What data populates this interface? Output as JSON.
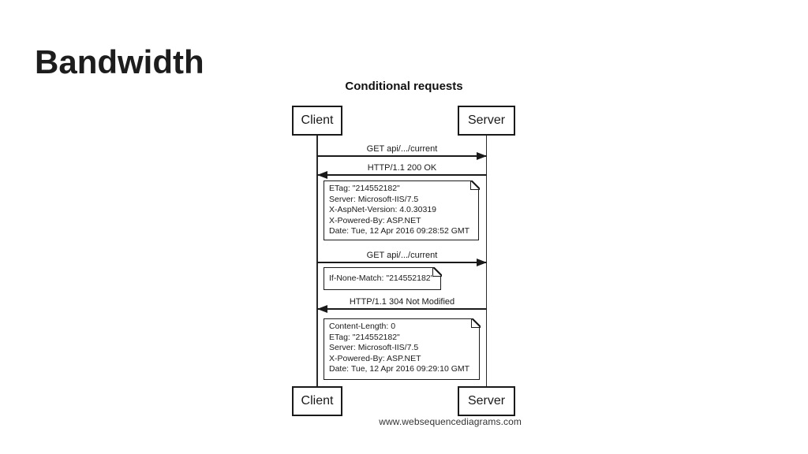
{
  "slide": {
    "title": "Bandwidth"
  },
  "diagram": {
    "title": "Conditional requests",
    "actors": {
      "client": "Client",
      "server": "Server"
    },
    "messages": [
      {
        "label": "GET api/.../current",
        "from": "Client",
        "to": "Server",
        "direction": "right"
      },
      {
        "label": "HTTP/1.1 200 OK",
        "from": "Server",
        "to": "Client",
        "direction": "left"
      },
      {
        "label": "GET api/.../current",
        "from": "Client",
        "to": "Server",
        "direction": "right"
      },
      {
        "label": "HTTP/1.1 304 Not Modified",
        "from": "Server",
        "to": "Client",
        "direction": "left"
      }
    ],
    "notes": [
      {
        "lines": [
          "ETag: \"214552182\"",
          "Server: Microsoft-IIS/7.5",
          "X-AspNet-Version: 4.0.30319",
          "X-Powered-By: ASP.NET",
          "Date: Tue, 12 Apr 2016 09:28:52 GMT"
        ]
      },
      {
        "lines": [
          "If-None-Match: \"214552182\""
        ]
      },
      {
        "lines": [
          "Content-Length: 0",
          "ETag: \"214552182\"",
          "Server: Microsoft-IIS/7.5",
          "X-Powered-By: ASP.NET",
          "Date: Tue, 12 Apr 2016 09:29:10 GMT"
        ]
      }
    ],
    "watermark": "www.websequencediagrams.com",
    "colors": {
      "line": "#1a1a1a",
      "text": "#1a1a1a",
      "title": "#1d1d1d",
      "background": "#ffffff",
      "watermark": "#333333"
    }
  }
}
